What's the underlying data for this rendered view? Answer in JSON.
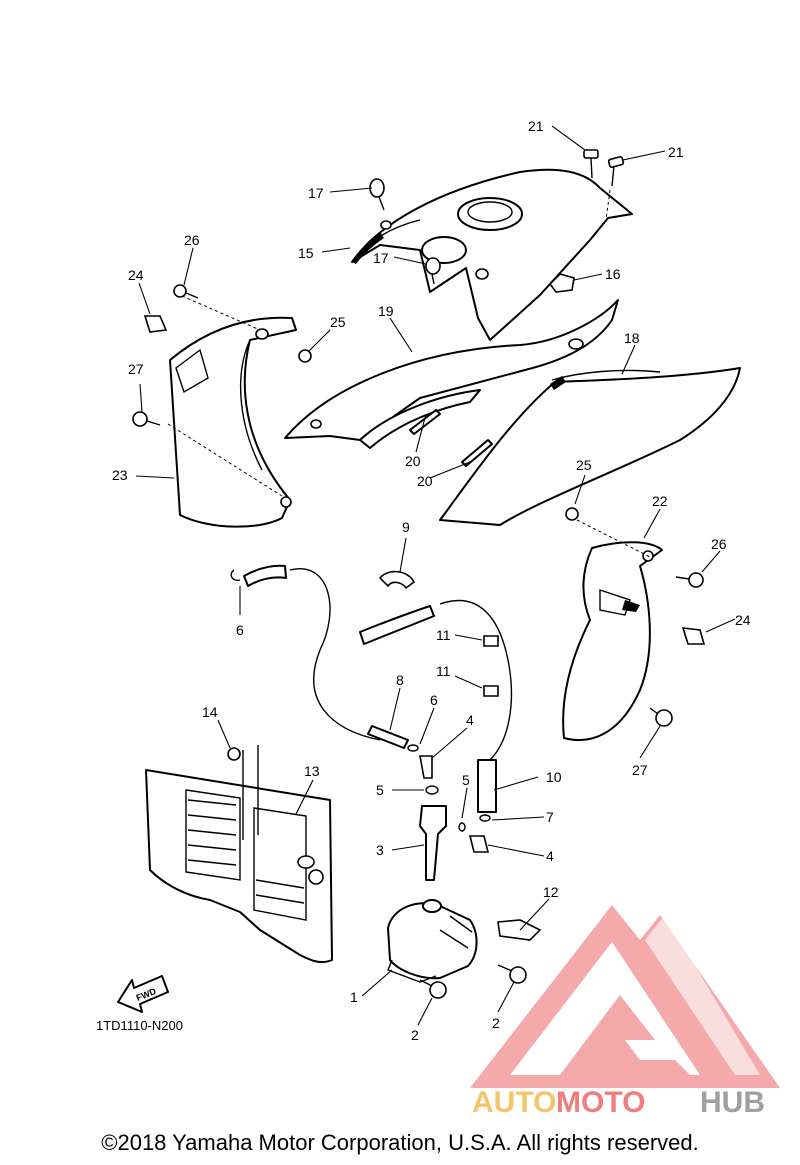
{
  "diagram": {
    "code": "1TD1110-N200",
    "fwd_label": "FWD",
    "callouts": [
      "1",
      "2",
      "2",
      "3",
      "4",
      "4",
      "5",
      "5",
      "6",
      "6",
      "7",
      "8",
      "9",
      "10",
      "11",
      "11",
      "12",
      "13",
      "14",
      "15",
      "16",
      "17",
      "17",
      "18",
      "19",
      "20",
      "20",
      "21",
      "21",
      "22",
      "23",
      "24",
      "24",
      "25",
      "25",
      "26",
      "26",
      "27",
      "27"
    ]
  },
  "watermark": {
    "part1": "AUTO",
    "part2": "MOTO",
    "part3": "HUB",
    "color_auto": "#F5C46B",
    "color_moto": "#F07E7E",
    "color_hub": "#A0A0A0",
    "logo_color": "#F08A8A"
  },
  "footer": {
    "copyright": "©2018 Yamaha Motor Corporation, U.S.A. All rights reserved."
  }
}
